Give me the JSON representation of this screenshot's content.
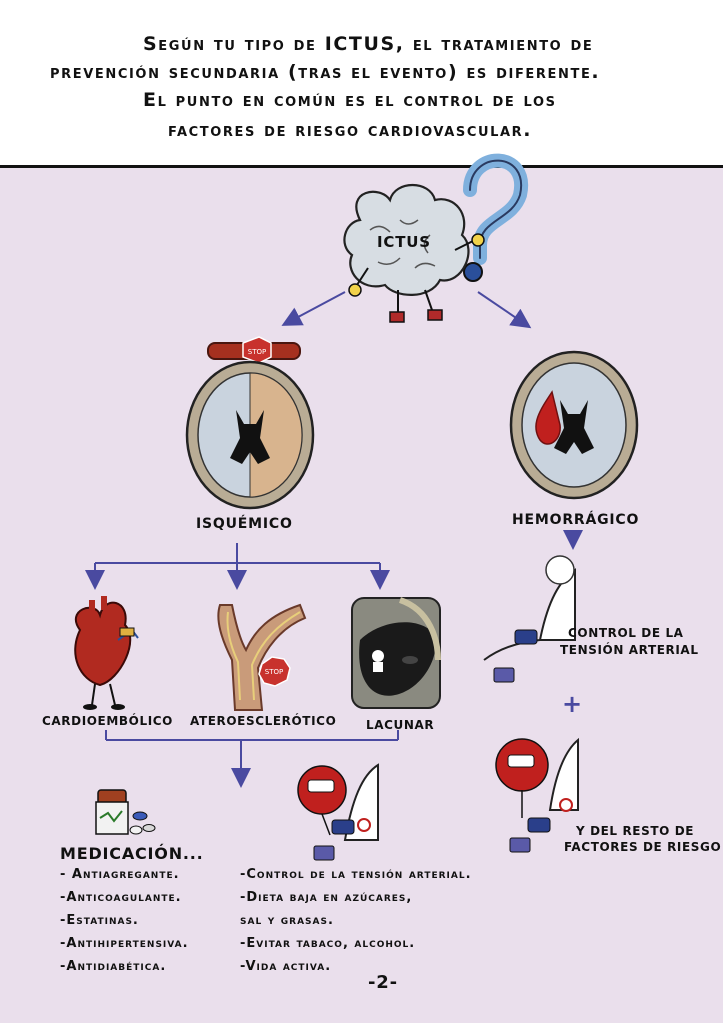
{
  "header": {
    "line1": "Según tu tipo de ICTUS, el tratamiento de",
    "line2": "prevención secundaria (tras el evento) es diferente.",
    "line3": "El punto en común es el control de los",
    "line4": "factores de riesgo cardiovascular."
  },
  "center": {
    "brain_label": "ICTUS",
    "stop_sign": "STOP"
  },
  "types": {
    "ischemic": "ISQUÉMICO",
    "hemorrhagic": "HEMORRÁGICO"
  },
  "subtypes": {
    "cardio": "CARDIOEMBÓLICO",
    "athero": "ATEROESCLERÓTICO",
    "lacunar": "LACUNAR"
  },
  "hemorrhagic_branch": {
    "line1": "CONTROL DE LA",
    "line2": "TENSIÓN ARTERIAL",
    "plus": "+",
    "rest1": "Y DEL RESTO DE",
    "rest2": "FACTORES DE RIESGO"
  },
  "medication": {
    "title": "MEDICACIÓN...",
    "items": [
      "- Antiagregante.",
      "-Anticoagulante.",
      "-Estatinas.",
      "-Antihipertensiva.",
      "-Antidiabética."
    ]
  },
  "lifestyle": {
    "items": [
      "-Control de la tensión arterial.",
      "-Dieta baja en azúcares,",
      "sal y grasas.",
      "-Evitar tabaco, alcohol.",
      "-Vida activa."
    ]
  },
  "page_number": "-2-",
  "colors": {
    "panel": "#eadfec",
    "arrow": "#4a4aa0",
    "blood": "#c0201e"
  }
}
